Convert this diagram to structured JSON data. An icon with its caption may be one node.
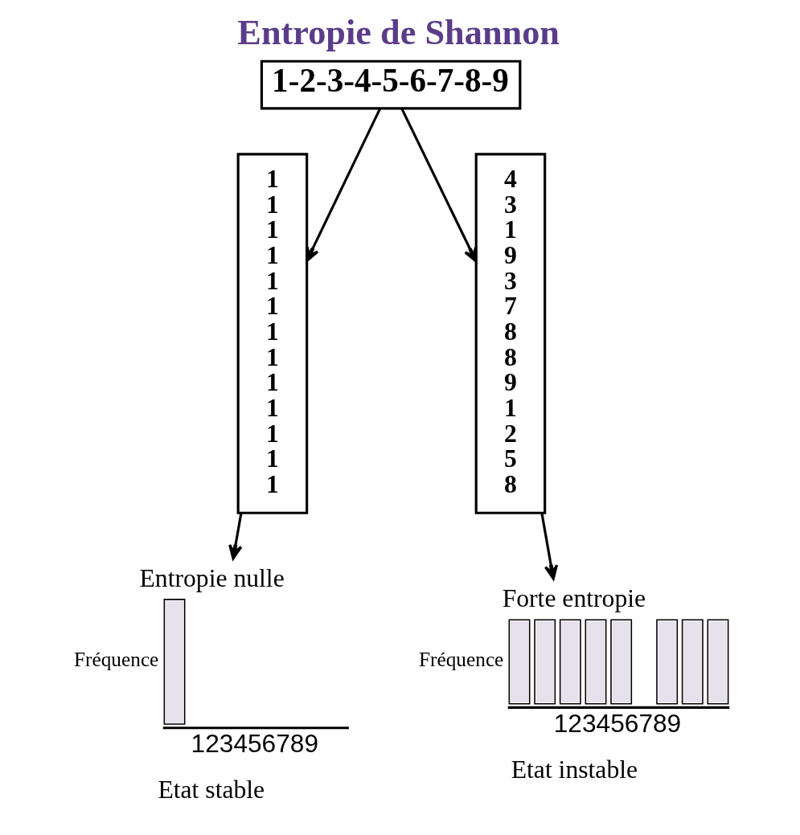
{
  "diagram": {
    "title": "Entropie de Shannon",
    "nodes": [
      {
        "text": [
          "1-2-3-4-5-6-7-8-9"
        ]
      },
      {
        "text": [
          "1",
          "1",
          "1",
          "1",
          "1",
          "1",
          "1",
          "1",
          "1",
          "1",
          "1",
          "1",
          "1"
        ]
      },
      {
        "text": [
          "4",
          "3",
          "1",
          "9",
          "3",
          "7",
          "8",
          "8",
          "9",
          "1",
          "2",
          "5",
          "8"
        ]
      },
      {
        "text": [
          "Entropie nulle",
          "Fréquence",
          "123456789"
        ],
        "beside": [
          "Etat stable"
        ]
      },
      {
        "text": [
          "Forte entropie",
          "Fréquence",
          "123456789"
        ],
        "beside": [
          "Etat instable"
        ]
      }
    ],
    "edges": [
      {
        "from": 0,
        "to": 1,
        "arrow": "to"
      },
      {
        "from": 0,
        "to": 2,
        "arrow": "to"
      },
      {
        "from": 1,
        "to": 3,
        "arrow": "to"
      },
      {
        "from": 2,
        "to": 4,
        "arrow": "to"
      }
    ]
  }
}
